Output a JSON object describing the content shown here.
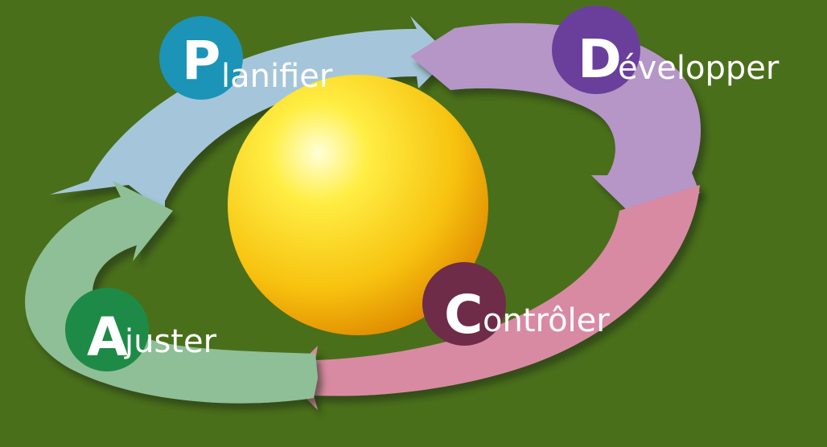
{
  "background": "#4a6f1b",
  "steps": [
    {
      "key": "plan",
      "letter": "P",
      "rest": "lanifier",
      "badge_color": "#1b94b8",
      "arrow_color": "#a5c6da"
    },
    {
      "key": "do",
      "letter": "D",
      "rest": "évelopper",
      "badge_color": "#6a3f9c",
      "arrow_color": "#b596c6"
    },
    {
      "key": "check",
      "letter": "C",
      "rest": "ontrôler",
      "badge_color": "#6e2c49",
      "arrow_color": "#d98aa3"
    },
    {
      "key": "act",
      "letter": "A",
      "rest": "juster",
      "badge_color": "#1e8a47",
      "arrow_color": "#8ebf97"
    }
  ]
}
